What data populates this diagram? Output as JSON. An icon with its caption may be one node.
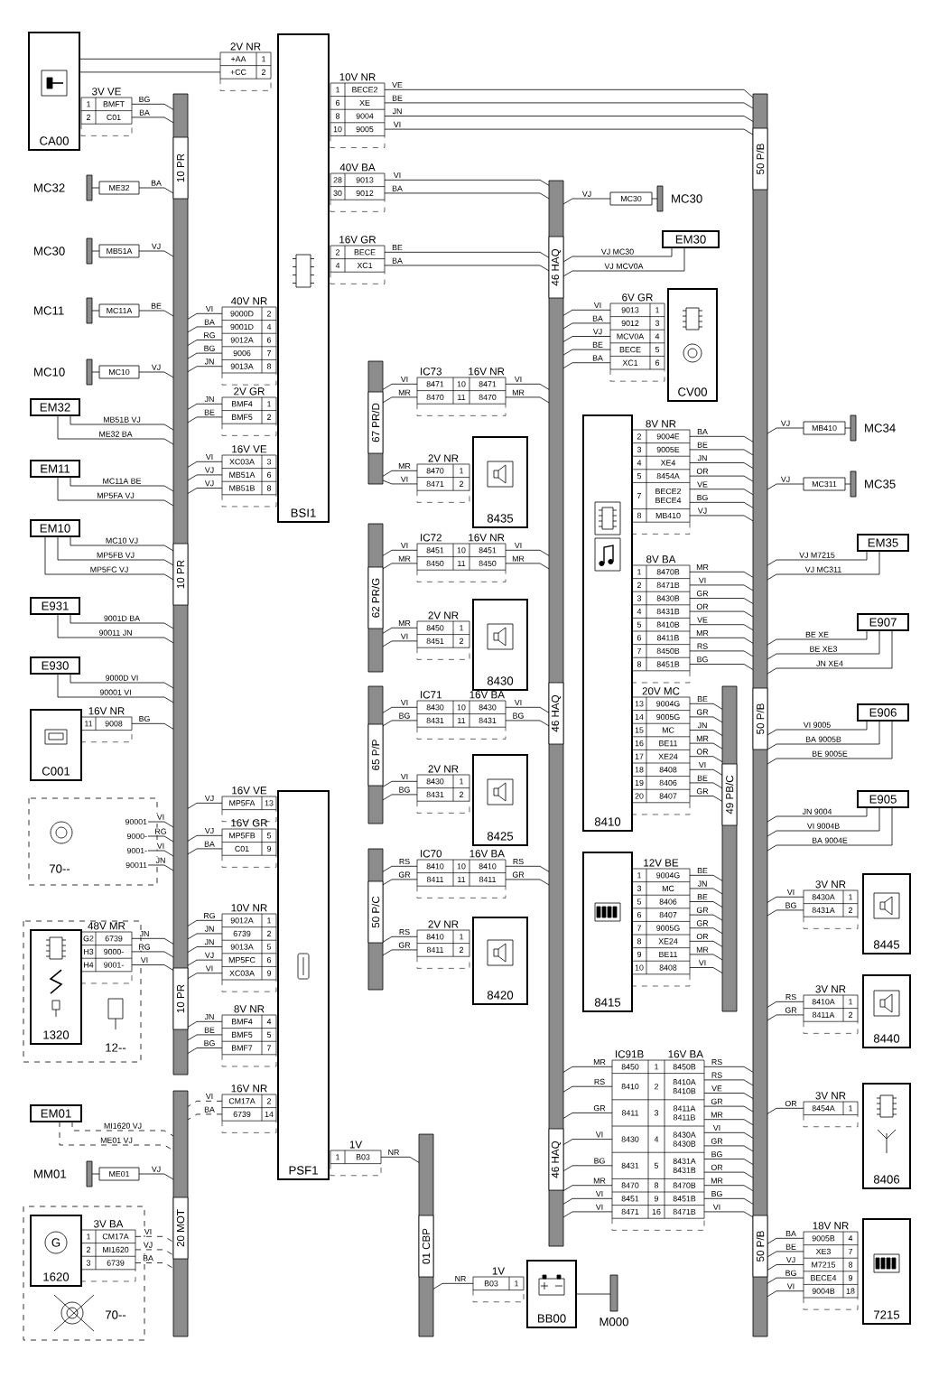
{
  "diagram": {
    "nodes": [
      {
        "text": [
          "CA00"
        ]
      },
      {
        "text": [
          "2V NR",
          "+AA",
          "1",
          "+CC",
          "2"
        ]
      },
      {
        "text": [
          "BSI1"
        ]
      },
      {
        "text": [
          "3V VE",
          "1",
          "BMFT",
          "2",
          "C01"
        ]
      },
      {
        "text": [
          "10 PR",
          "10 PR",
          "10 PR"
        ]
      },
      {
        "text": [
          "10V NR",
          "1",
          "BECE2",
          "6",
          "XE",
          "8",
          "9004",
          "10",
          "9005"
        ]
      },
      {
        "text": [
          "40V BA",
          "28",
          "9013",
          "30",
          "9012"
        ]
      },
      {
        "text": [
          "16V GR",
          "2",
          "BECE",
          "4",
          "XC1"
        ]
      },
      {
        "text": [
          "50 P/B",
          "50 P/B",
          "50 P/B"
        ]
      },
      {
        "text": [
          "MC32",
          "ME32"
        ]
      },
      {
        "text": [
          "MC30",
          "MB51A"
        ]
      },
      {
        "text": [
          "MC11",
          "MC11A"
        ]
      },
      {
        "text": [
          "MC10",
          "MC10"
        ]
      },
      {
        "text": [
          "40V NR",
          "9000D",
          "2",
          "9001D",
          "4",
          "9012A",
          "6",
          "9006",
          "7",
          "9013A",
          "8"
        ]
      },
      {
        "text": [
          "46 HAQ",
          "46 HAQ",
          "46 HAQ"
        ]
      },
      {
        "text": [
          "MC30",
          "MC30"
        ]
      },
      {
        "text": [
          "EM30"
        ]
      },
      {
        "text": [
          "CV00"
        ]
      },
      {
        "text": [
          "6V GR",
          "9013",
          "1",
          "9012",
          "3",
          "MCV0A",
          "4",
          "BECE",
          "5",
          "XC1",
          "6"
        ]
      },
      {
        "text": [
          "2V GR",
          "BMF4",
          "1",
          "BMF5",
          "2"
        ]
      },
      {
        "text": [
          "EM32"
        ]
      },
      {
        "text": [
          "16V VE",
          "XC03A",
          "3",
          "MB51A",
          "6",
          "MB51B",
          "8"
        ]
      },
      {
        "text": [
          "EM11"
        ]
      },
      {
        "text": [
          "67 PR/D"
        ]
      },
      {
        "text": [
          "IC73",
          "16V NR",
          "8471",
          "10",
          "8471",
          "8470",
          "11",
          "8470"
        ]
      },
      {
        "text": [
          "2V NR",
          "8470",
          "1",
          "8471",
          "2"
        ]
      },
      {
        "text": [
          "8435"
        ]
      },
      {
        "text": [
          "8410"
        ]
      },
      {
        "text": [
          "8V NR",
          "2",
          "9004E",
          "3",
          "9005E",
          "4",
          "XE4",
          "5",
          "8454A",
          "7",
          "BECE2 BECE4",
          "8",
          "MB410"
        ]
      },
      {
        "text": [
          "MB410",
          "MC34"
        ]
      },
      {
        "text": [
          "MC311",
          "MC35"
        ]
      },
      {
        "text": [
          "EM10"
        ]
      },
      {
        "text": [
          "62 PR/G"
        ]
      },
      {
        "text": [
          "IC72",
          "16V NR",
          "8451",
          "10",
          "8451",
          "8450",
          "11",
          "8450"
        ]
      },
      {
        "text": [
          "EM35"
        ]
      },
      {
        "text": [
          "8V BA",
          "1",
          "8470B",
          "2",
          "8471B",
          "3",
          "8430B",
          "4",
          "8431B",
          "5",
          "8410B",
          "6",
          "8411B",
          "7",
          "8450B",
          "8",
          "8451B"
        ]
      },
      {
        "text": [
          "E931"
        ]
      },
      {
        "text": [
          "2V NR",
          "8450",
          "1",
          "8451",
          "2"
        ]
      },
      {
        "text": [
          "8430"
        ]
      },
      {
        "text": [
          "E907"
        ]
      },
      {
        "text": [
          "E930"
        ]
      },
      {
        "text": [
          "20V MC",
          "13",
          "9004G",
          "14",
          "9005G",
          "15",
          "MC",
          "16",
          "BE11",
          "17",
          "XE24",
          "18",
          "8408",
          "19",
          "8406",
          "20",
          "8407"
        ]
      },
      {
        "text": [
          "49 PB/C"
        ]
      },
      {
        "text": [
          "65 P/P"
        ]
      },
      {
        "text": [
          "IC71",
          "16V BA",
          "8430",
          "10",
          "8430",
          "8431",
          "11",
          "8431"
        ]
      },
      {
        "text": [
          "E906"
        ]
      },
      {
        "text": [
          "C001"
        ]
      },
      {
        "text": [
          "16V NR",
          "11",
          "9008"
        ]
      },
      {
        "text": [
          "2V NR",
          "8430",
          "1",
          "8431",
          "2"
        ]
      },
      {
        "text": [
          "8425"
        ]
      },
      {
        "text": [
          "E905"
        ]
      },
      {
        "text": [
          "70--"
        ]
      },
      {
        "text": [
          "90001",
          "9000-",
          "9001-",
          "90011"
        ],
        "in": 51
      },
      {
        "text": [
          "PSF1"
        ]
      },
      {
        "text": [
          "16V VE",
          "MP5FA",
          "13"
        ]
      },
      {
        "text": [
          "16V GR",
          "MP5FB",
          "5",
          "C01",
          "9"
        ]
      },
      {
        "text": [
          "50 P/C"
        ]
      },
      {
        "text": [
          "IC70",
          "16V BA",
          "8410",
          "10",
          "8410",
          "8411",
          "11",
          "8411"
        ]
      },
      {
        "text": [
          "8415"
        ]
      },
      {
        "text": [
          "12V BE",
          "1",
          "9004G",
          "3",
          "MC",
          "5",
          "8406",
          "6",
          "8407",
          "7",
          "9005G",
          "8",
          "XE24",
          "9",
          "BE11",
          "10",
          "8408"
        ]
      },
      {
        "text": [
          "8445"
        ]
      },
      {
        "text": [
          "3V NR",
          "8430A",
          "1",
          "8431A",
          "2"
        ]
      },
      {
        "text": [
          "10V NR",
          "9012A",
          "1",
          "6739",
          "2",
          "9013A",
          "5",
          "MP5FC",
          "6",
          "XC03A",
          "9"
        ]
      },
      {
        "text": [
          "12--"
        ]
      },
      {
        "text": [
          "1320"
        ],
        "in": 63
      },
      {
        "text": [
          "48V MR",
          "G2",
          "6739",
          "H3",
          "9000-",
          "H4",
          "9001-"
        ],
        "in": 63
      },
      {
        "text": [
          "2V NR",
          "8410",
          "1",
          "8411",
          "2"
        ]
      },
      {
        "text": [
          "8420"
        ]
      },
      {
        "text": [
          "8440"
        ]
      },
      {
        "text": [
          "3V NR",
          "8410A",
          "1",
          "8411A",
          "2"
        ]
      },
      {
        "text": [
          "8V NR",
          "BMF4",
          "4",
          "BMF5",
          "5",
          "BMF7",
          "7"
        ]
      },
      {
        "text": [
          "IC91B",
          "16V BA",
          "8450",
          "1",
          "8450B",
          "8410",
          "2",
          "8410A 8410B",
          "8411",
          "3",
          "8411A 8411B",
          "8430",
          "4",
          "8430A 8430B",
          "8431",
          "5",
          "8431A 8431B",
          "8470",
          "8",
          "8470B",
          "8451",
          "9",
          "8451B",
          "8471",
          "16",
          "8471B"
        ]
      },
      {
        "text": [
          "8406"
        ]
      },
      {
        "text": [
          "3V NR",
          "8454A",
          "1"
        ]
      },
      {
        "text": [
          "16V NR",
          "CM17A",
          "2",
          "6739",
          "14"
        ]
      },
      {
        "text": [
          "EM01"
        ]
      },
      {
        "text": [
          "MM01",
          "ME01"
        ]
      },
      {
        "text": [
          "20 MOT"
        ]
      },
      {
        "text": [
          "1V",
          "1",
          "B03"
        ]
      },
      {
        "text": [
          "01 CBP"
        ]
      },
      {
        "text": [
          "70--"
        ]
      },
      {
        "text": [
          "G",
          "1620"
        ],
        "in": 80
      },
      {
        "text": [
          "3V BA",
          "1",
          "CM17A",
          "2",
          "MI1620",
          "3",
          "6739"
        ],
        "in": 80
      },
      {
        "text": [
          "7215"
        ]
      },
      {
        "text": [
          "18V NR",
          "9005B",
          "4",
          "XE3",
          "7",
          "M7215",
          "8",
          "BECE4",
          "9",
          "9004B",
          "18"
        ]
      },
      {
        "text": [
          "BB00"
        ]
      },
      {
        "text": [
          "1V",
          "B03",
          "1"
        ]
      },
      {
        "text": [
          "M000"
        ]
      }
    ],
    "edges": [
      {
        "from": 0,
        "to": 1,
        "arrow": "none"
      },
      {
        "from": 0,
        "to": 1,
        "arrow": "none"
      },
      {
        "from": 3,
        "to": 4,
        "arrow": "none",
        "label": "BG"
      },
      {
        "from": 3,
        "to": 4,
        "arrow": "none",
        "label": "BA"
      },
      {
        "from": 5,
        "to": 8,
        "arrow": "none",
        "label": "VE"
      },
      {
        "from": 5,
        "to": 8,
        "arrow": "none",
        "label": "BE"
      },
      {
        "from": 5,
        "to": 8,
        "arrow": "none",
        "label": "JN"
      },
      {
        "from": 5,
        "to": 8,
        "arrow": "none",
        "label": "VI"
      },
      {
        "from": 6,
        "to": 14,
        "arrow": "none",
        "label": "VI"
      },
      {
        "from": 6,
        "to": 14,
        "arrow": "none",
        "label": "BA"
      },
      {
        "from": 7,
        "to": 14,
        "arrow": "none",
        "label": "BE"
      },
      {
        "from": 7,
        "to": 14,
        "arrow": "none",
        "label": "BA"
      },
      {
        "from": 9,
        "to": 4,
        "arrow": "none",
        "label": "BA"
      },
      {
        "from": 10,
        "to": 4,
        "arrow": "none",
        "label": "VJ"
      },
      {
        "from": 11,
        "to": 4,
        "arrow": "none",
        "label": "BE"
      },
      {
        "from": 12,
        "to": 4,
        "arrow": "none",
        "label": "VJ"
      },
      {
        "from": 13,
        "to": 4,
        "arrow": "none",
        "label": "VI"
      },
      {
        "from": 13,
        "to": 4,
        "arrow": "none",
        "label": "BA"
      },
      {
        "from": 13,
        "to": 4,
        "arrow": "none",
        "label": "RG"
      },
      {
        "from": 13,
        "to": 4,
        "arrow": "none",
        "label": "BG"
      },
      {
        "from": 13,
        "to": 4,
        "arrow": "none",
        "label": "JN"
      },
      {
        "from": 15,
        "to": 14,
        "arrow": "none",
        "label": "VJ"
      },
      {
        "from": 16,
        "to": 14,
        "arrow": "none",
        "label": "VJ MC30"
      },
      {
        "from": 16,
        "to": 14,
        "arrow": "none",
        "label": "VJ MCV0A"
      },
      {
        "from": 18,
        "to": 14,
        "arrow": "none",
        "label": "VI"
      },
      {
        "from": 18,
        "to": 14,
        "arrow": "none",
        "label": "BA"
      },
      {
        "from": 18,
        "to": 14,
        "arrow": "none",
        "label": "VJ"
      },
      {
        "from": 18,
        "to": 14,
        "arrow": "none",
        "label": "BE"
      },
      {
        "from": 18,
        "to": 14,
        "arrow": "none",
        "label": "BA"
      },
      {
        "from": 19,
        "to": 4,
        "arrow": "none",
        "label": "JN"
      },
      {
        "from": 19,
        "to": 4,
        "arrow": "none",
        "label": "BE"
      },
      {
        "from": 20,
        "to": 4,
        "arrow": "none",
        "label": "MB51B VJ"
      },
      {
        "from": 20,
        "to": 4,
        "arrow": "none",
        "label": "ME32 BA"
      },
      {
        "from": 21,
        "to": 4,
        "arrow": "none",
        "label": "VI"
      },
      {
        "from": 21,
        "to": 4,
        "arrow": "none",
        "label": "VJ"
      },
      {
        "from": 21,
        "to": 4,
        "arrow": "none",
        "label": "VJ"
      },
      {
        "from": 22,
        "to": 4,
        "arrow": "none",
        "label": "MC11A BE"
      },
      {
        "from": 22,
        "to": 4,
        "arrow": "none",
        "label": "MP5FA VJ"
      },
      {
        "from": 24,
        "to": 23,
        "arrow": "none",
        "label": "VI"
      },
      {
        "from": 24,
        "to": 23,
        "arrow": "none",
        "label": "MR"
      },
      {
        "from": 24,
        "to": 14,
        "arrow": "none",
        "label": "VI"
      },
      {
        "from": 24,
        "to": 14,
        "arrow": "none",
        "label": "MR"
      },
      {
        "from": 25,
        "to": 23,
        "arrow": "none",
        "label": "MR"
      },
      {
        "from": 25,
        "to": 23,
        "arrow": "none",
        "label": "VI"
      },
      {
        "from": 28,
        "to": 8,
        "arrow": "none",
        "label": "BA"
      },
      {
        "from": 28,
        "to": 8,
        "arrow": "none",
        "label": "BE"
      },
      {
        "from": 28,
        "to": 8,
        "arrow": "none",
        "label": "JN"
      },
      {
        "from": 28,
        "to": 8,
        "arrow": "none",
        "label": "OR"
      },
      {
        "from": 28,
        "to": 8,
        "arrow": "none",
        "label": "VE"
      },
      {
        "from": 28,
        "to": 8,
        "arrow": "none",
        "label": "BG"
      },
      {
        "from": 28,
        "to": 8,
        "arrow": "none",
        "label": "VJ"
      },
      {
        "from": 29,
        "to": 8,
        "arrow": "none",
        "label": "VJ"
      },
      {
        "from": 30,
        "to": 8,
        "arrow": "none",
        "label": "VJ"
      },
      {
        "from": 31,
        "to": 4,
        "arrow": "none",
        "label": "MC10 VJ"
      },
      {
        "from": 31,
        "to": 4,
        "arrow": "none",
        "label": "MP5FB VJ"
      },
      {
        "from": 31,
        "to": 4,
        "arrow": "none",
        "label": "MP5FC VJ"
      },
      {
        "from": 33,
        "to": 32,
        "arrow": "none",
        "label": "VI"
      },
      {
        "from": 33,
        "to": 32,
        "arrow": "none",
        "label": "MR"
      },
      {
        "from": 33,
        "to": 14,
        "arrow": "none",
        "label": "VI"
      },
      {
        "from": 33,
        "to": 14,
        "arrow": "none",
        "label": "MR"
      },
      {
        "from": 34,
        "to": 8,
        "arrow": "none",
        "label": "VJ M7215"
      },
      {
        "from": 34,
        "to": 8,
        "arrow": "none",
        "label": "VJ MC311"
      },
      {
        "from": 35,
        "to": 8,
        "arrow": "none",
        "label": "MR"
      },
      {
        "from": 35,
        "to": 8,
        "arrow": "none",
        "label": "VI"
      },
      {
        "from": 35,
        "to": 8,
        "arrow": "none",
        "label": "GR"
      },
      {
        "from": 35,
        "to": 8,
        "arrow": "none",
        "label": "OR"
      },
      {
        "from": 35,
        "to": 8,
        "arrow": "none",
        "label": "VE"
      },
      {
        "from": 35,
        "to": 8,
        "arrow": "none",
        "label": "MR"
      },
      {
        "from": 35,
        "to": 8,
        "arrow": "none",
        "label": "RS"
      },
      {
        "from": 35,
        "to": 8,
        "arrow": "none",
        "label": "BG"
      },
      {
        "from": 36,
        "to": 4,
        "arrow": "none",
        "label": "9001D BA"
      },
      {
        "from": 36,
        "to": 4,
        "arrow": "none",
        "label": "90011 JN"
      },
      {
        "from": 37,
        "to": 32,
        "arrow": "none",
        "label": "MR"
      },
      {
        "from": 37,
        "to": 32,
        "arrow": "none",
        "label": "VI"
      },
      {
        "from": 39,
        "to": 8,
        "arrow": "none",
        "label": "BE XE"
      },
      {
        "from": 39,
        "to": 8,
        "arrow": "none",
        "label": "BE XE3"
      },
      {
        "from": 39,
        "to": 8,
        "arrow": "none",
        "label": "JN XE4"
      },
      {
        "from": 40,
        "to": 4,
        "arrow": "none",
        "label": "9000D VI"
      },
      {
        "from": 40,
        "to": 4,
        "arrow": "none",
        "label": "90001 VI"
      },
      {
        "from": 41,
        "to": 42,
        "arrow": "none",
        "label": "BE"
      },
      {
        "from": 41,
        "to": 42,
        "arrow": "none",
        "label": "GR"
      },
      {
        "from": 41,
        "to": 42,
        "arrow": "none",
        "label": "JN"
      },
      {
        "from": 41,
        "to": 42,
        "arrow": "none",
        "label": "MR"
      },
      {
        "from": 41,
        "to": 42,
        "arrow": "none",
        "label": "OR"
      },
      {
        "from": 41,
        "to": 42,
        "arrow": "none",
        "label": "VI"
      },
      {
        "from": 41,
        "to": 42,
        "arrow": "none",
        "label": "BE"
      },
      {
        "from": 41,
        "to": 42,
        "arrow": "none",
        "label": "GR"
      },
      {
        "from": 44,
        "to": 43,
        "arrow": "none",
        "label": "VI"
      },
      {
        "from": 44,
        "to": 43,
        "arrow": "none",
        "label": "BG"
      },
      {
        "from": 44,
        "to": 14,
        "arrow": "none",
        "label": "VI"
      },
      {
        "from": 44,
        "to": 14,
        "arrow": "none",
        "label": "BG"
      },
      {
        "from": 45,
        "to": 8,
        "arrow": "none",
        "label": "VI 9005"
      },
      {
        "from": 45,
        "to": 8,
        "arrow": "none",
        "label": "BA 9005B"
      },
      {
        "from": 45,
        "to": 8,
        "arrow": "none",
        "label": "BE 9005E"
      },
      {
        "from": 47,
        "to": 4,
        "arrow": "none",
        "label": "BG"
      },
      {
        "from": 48,
        "to": 43,
        "arrow": "none",
        "label": "VI"
      },
      {
        "from": 48,
        "to": 43,
        "arrow": "none",
        "label": "BG"
      },
      {
        "from": 50,
        "to": 8,
        "arrow": "none",
        "label": "JN 9004"
      },
      {
        "from": 50,
        "to": 8,
        "arrow": "none",
        "label": "VI 9004B"
      },
      {
        "from": 50,
        "to": 8,
        "arrow": "none",
        "label": "BA 9004E"
      },
      {
        "from": 52,
        "to": 4,
        "arrow": "none",
        "label": "VI"
      },
      {
        "from": 52,
        "to": 4,
        "arrow": "none",
        "label": "RG"
      },
      {
        "from": 52,
        "to": 4,
        "arrow": "none",
        "label": "VI"
      },
      {
        "from": 52,
        "to": 4,
        "arrow": "none",
        "label": "JN"
      },
      {
        "from": 54,
        "to": 4,
        "arrow": "none",
        "label": "VJ"
      },
      {
        "from": 55,
        "to": 4,
        "arrow": "none",
        "label": "VJ"
      },
      {
        "from": 55,
        "to": 4,
        "arrow": "none",
        "label": "BA"
      },
      {
        "from": 57,
        "to": 56,
        "arrow": "none",
        "label": "RS"
      },
      {
        "from": 57,
        "to": 56,
        "arrow": "none",
        "label": "GR"
      },
      {
        "from": 57,
        "to": 14,
        "arrow": "none",
        "label": "RS"
      },
      {
        "from": 57,
        "to": 14,
        "arrow": "none",
        "label": "GR"
      },
      {
        "from": 59,
        "to": 42,
        "arrow": "none",
        "label": "BE"
      },
      {
        "from": 59,
        "to": 42,
        "arrow": "none",
        "label": "JN"
      },
      {
        "from": 59,
        "to": 42,
        "arrow": "none",
        "label": "BE"
      },
      {
        "from": 59,
        "to": 42,
        "arrow": "none",
        "label": "GR"
      },
      {
        "from": 59,
        "to": 42,
        "arrow": "none",
        "label": "GR"
      },
      {
        "from": 59,
        "to": 42,
        "arrow": "none",
        "label": "OR"
      },
      {
        "from": 59,
        "to": 42,
        "arrow": "none",
        "label": "MR"
      },
      {
        "from": 59,
        "to": 42,
        "arrow": "none",
        "label": "VI"
      },
      {
        "from": 61,
        "to": 8,
        "arrow": "none",
        "label": "VI"
      },
      {
        "from": 61,
        "to": 8,
        "arrow": "none",
        "label": "BG"
      },
      {
        "from": 62,
        "to": 4,
        "arrow": "none",
        "label": "RG"
      },
      {
        "from": 62,
        "to": 4,
        "arrow": "none",
        "label": "JN"
      },
      {
        "from": 62,
        "to": 4,
        "arrow": "none",
        "label": "JN"
      },
      {
        "from": 62,
        "to": 4,
        "arrow": "none",
        "label": "VJ"
      },
      {
        "from": 62,
        "to": 4,
        "arrow": "none",
        "label": "VI"
      },
      {
        "from": 65,
        "to": 4,
        "arrow": "none",
        "label": "JN"
      },
      {
        "from": 65,
        "to": 4,
        "arrow": "none",
        "label": "RG"
      },
      {
        "from": 65,
        "to": 4,
        "arrow": "none",
        "label": "VI"
      },
      {
        "from": 66,
        "to": 56,
        "arrow": "none",
        "label": "RS"
      },
      {
        "from": 66,
        "to": 56,
        "arrow": "none",
        "label": "GR"
      },
      {
        "from": 69,
        "to": 8,
        "arrow": "none",
        "label": "RS"
      },
      {
        "from": 69,
        "to": 8,
        "arrow": "none",
        "label": "GR"
      },
      {
        "from": 70,
        "to": 4,
        "arrow": "none",
        "label": "JN"
      },
      {
        "from": 70,
        "to": 4,
        "arrow": "none",
        "label": "BE"
      },
      {
        "from": 70,
        "to": 4,
        "arrow": "none",
        "label": "BG"
      },
      {
        "from": 71,
        "to": 14,
        "arrow": "none",
        "label": "MR"
      },
      {
        "from": 71,
        "to": 14,
        "arrow": "none",
        "label": "RS"
      },
      {
        "from": 71,
        "to": 14,
        "arrow": "none",
        "label": "GR"
      },
      {
        "from": 71,
        "to": 14,
        "arrow": "none",
        "label": "VI"
      },
      {
        "from": 71,
        "to": 14,
        "arrow": "none",
        "label": "BG"
      },
      {
        "from": 71,
        "to": 14,
        "arrow": "none",
        "label": "MR"
      },
      {
        "from": 71,
        "to": 14,
        "arrow": "none",
        "label": "VI"
      },
      {
        "from": 71,
        "to": 14,
        "arrow": "none",
        "label": "VI"
      },
      {
        "from": 71,
        "to": 8,
        "arrow": "none",
        "label": "RS"
      },
      {
        "from": 71,
        "to": 8,
        "arrow": "none",
        "label": "RS"
      },
      {
        "from": 71,
        "to": 8,
        "arrow": "none",
        "label": "VE"
      },
      {
        "from": 71,
        "to": 8,
        "arrow": "none",
        "label": "GR"
      },
      {
        "from": 71,
        "to": 8,
        "arrow": "none",
        "label": "MR"
      },
      {
        "from": 71,
        "to": 8,
        "arrow": "none",
        "label": "VI"
      },
      {
        "from": 71,
        "to": 8,
        "arrow": "none",
        "label": "GR"
      },
      {
        "from": 71,
        "to": 8,
        "arrow": "none",
        "label": "BG"
      },
      {
        "from": 71,
        "to": 8,
        "arrow": "none",
        "label": "OR"
      },
      {
        "from": 71,
        "to": 8,
        "arrow": "none",
        "label": "MR"
      },
      {
        "from": 71,
        "to": 8,
        "arrow": "none",
        "label": "BG"
      },
      {
        "from": 71,
        "to": 8,
        "arrow": "none",
        "label": "VI"
      },
      {
        "from": 73,
        "to": 8,
        "arrow": "none",
        "label": "OR"
      },
      {
        "from": 74,
        "to": 77,
        "arrow": "none",
        "label": "VI",
        "style": "dashed"
      },
      {
        "from": 74,
        "to": 77,
        "arrow": "none",
        "label": "BA",
        "style": "dashed"
      },
      {
        "from": 75,
        "to": 77,
        "arrow": "none",
        "label": "MI1620 VJ",
        "style": "dashed"
      },
      {
        "from": 75,
        "to": 77,
        "arrow": "none",
        "label": "ME01 VJ",
        "style": "dashed"
      },
      {
        "from": 76,
        "to": 77,
        "arrow": "none",
        "label": "VJ"
      },
      {
        "from": 78,
        "to": 79,
        "arrow": "none",
        "label": "NR"
      },
      {
        "from": 82,
        "to": 77,
        "arrow": "none",
        "label": "VI",
        "style": "dashed"
      },
      {
        "from": 82,
        "to": 77,
        "arrow": "none",
        "label": "VJ",
        "style": "dashed"
      },
      {
        "from": 82,
        "to": 77,
        "arrow": "none",
        "label": "BA",
        "style": "dashed"
      },
      {
        "from": 84,
        "to": 8,
        "arrow": "none",
        "label": "BA"
      },
      {
        "from": 84,
        "to": 8,
        "arrow": "none",
        "label": "BE"
      },
      {
        "from": 84,
        "to": 8,
        "arrow": "none",
        "label": "VJ"
      },
      {
        "from": 84,
        "to": 8,
        "arrow": "none",
        "label": "BG"
      },
      {
        "from": 84,
        "to": 8,
        "arrow": "none",
        "label": "VI"
      },
      {
        "from": 86,
        "to": 79,
        "arrow": "none",
        "label": "NR"
      },
      {
        "from": 85,
        "to": 87,
        "arrow": "none"
      }
    ]
  }
}
